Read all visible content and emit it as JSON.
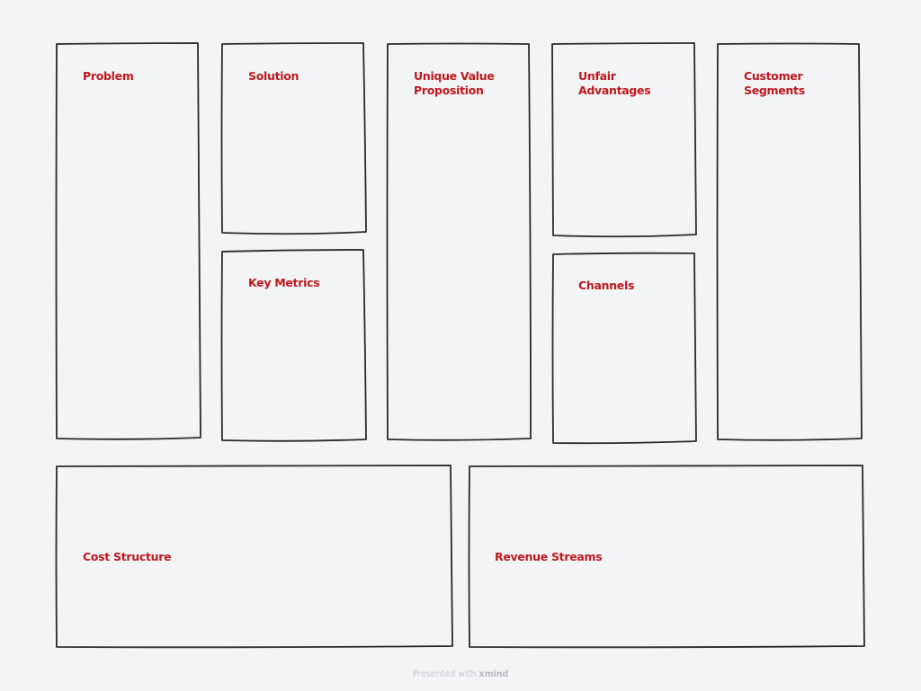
{
  "canvas": {
    "title_color": "#c0181f",
    "stroke_color": "#2a2a2a",
    "background": "#f3f4f6",
    "cells": [
      {
        "id": "problem",
        "label": "Problem"
      },
      {
        "id": "solution",
        "label": "Solution"
      },
      {
        "id": "key-metrics",
        "label": "Key Metrics"
      },
      {
        "id": "unique-value-proposition",
        "label": "Unique Value\nProposition"
      },
      {
        "id": "unfair-advantages",
        "label": "Unfair\nAdvantages"
      },
      {
        "id": "channels",
        "label": "Channels"
      },
      {
        "id": "customer-segments",
        "label": "Customer\nSegments"
      },
      {
        "id": "cost-structure",
        "label": "Cost Structure"
      },
      {
        "id": "revenue-streams",
        "label": "Revenue Streams"
      }
    ]
  },
  "footer": {
    "prefix": "Presented with",
    "brand": "xmind"
  }
}
